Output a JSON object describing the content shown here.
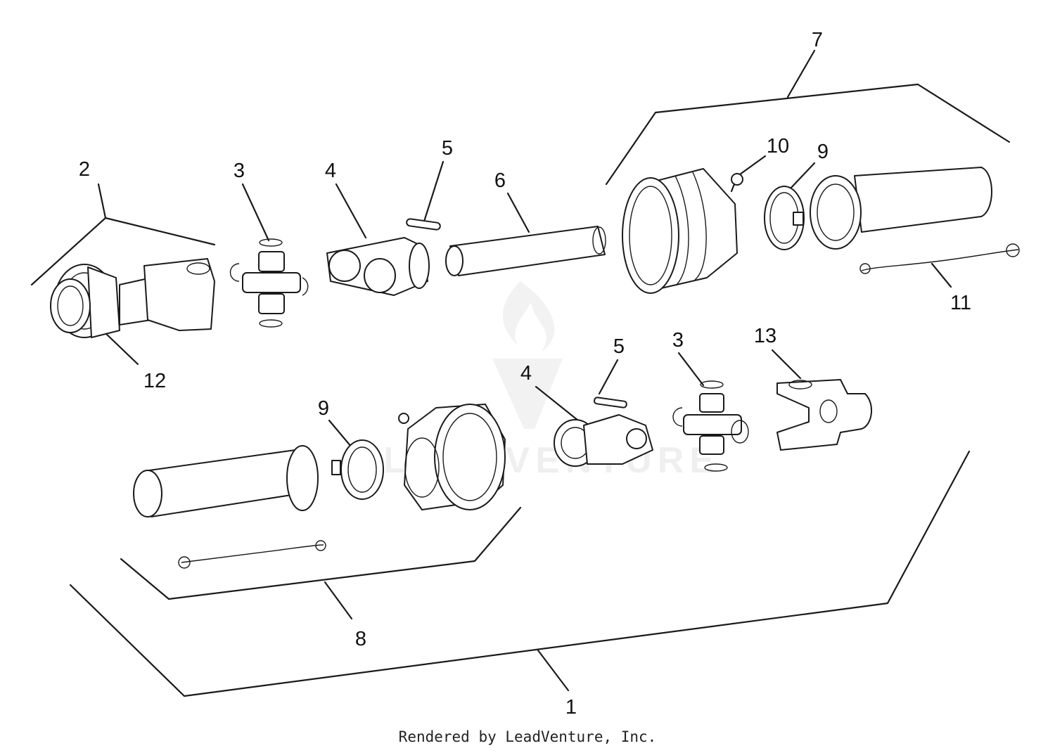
{
  "diagram": {
    "callouts": [
      {
        "id": "1",
        "label": "1"
      },
      {
        "id": "2",
        "label": "2"
      },
      {
        "id": "3a",
        "label": "3"
      },
      {
        "id": "3b",
        "label": "3"
      },
      {
        "id": "4a",
        "label": "4"
      },
      {
        "id": "4b",
        "label": "4"
      },
      {
        "id": "5a",
        "label": "5"
      },
      {
        "id": "5b",
        "label": "5"
      },
      {
        "id": "6",
        "label": "6"
      },
      {
        "id": "7",
        "label": "7"
      },
      {
        "id": "8",
        "label": "8"
      },
      {
        "id": "9a",
        "label": "9"
      },
      {
        "id": "9b",
        "label": "9"
      },
      {
        "id": "10",
        "label": "10"
      },
      {
        "id": "11",
        "label": "11"
      },
      {
        "id": "12",
        "label": "12"
      },
      {
        "id": "13",
        "label": "13"
      }
    ],
    "watermark_text": "LEADVENTURE"
  },
  "footer": {
    "credit": "Rendered by LeadVenture, Inc."
  }
}
